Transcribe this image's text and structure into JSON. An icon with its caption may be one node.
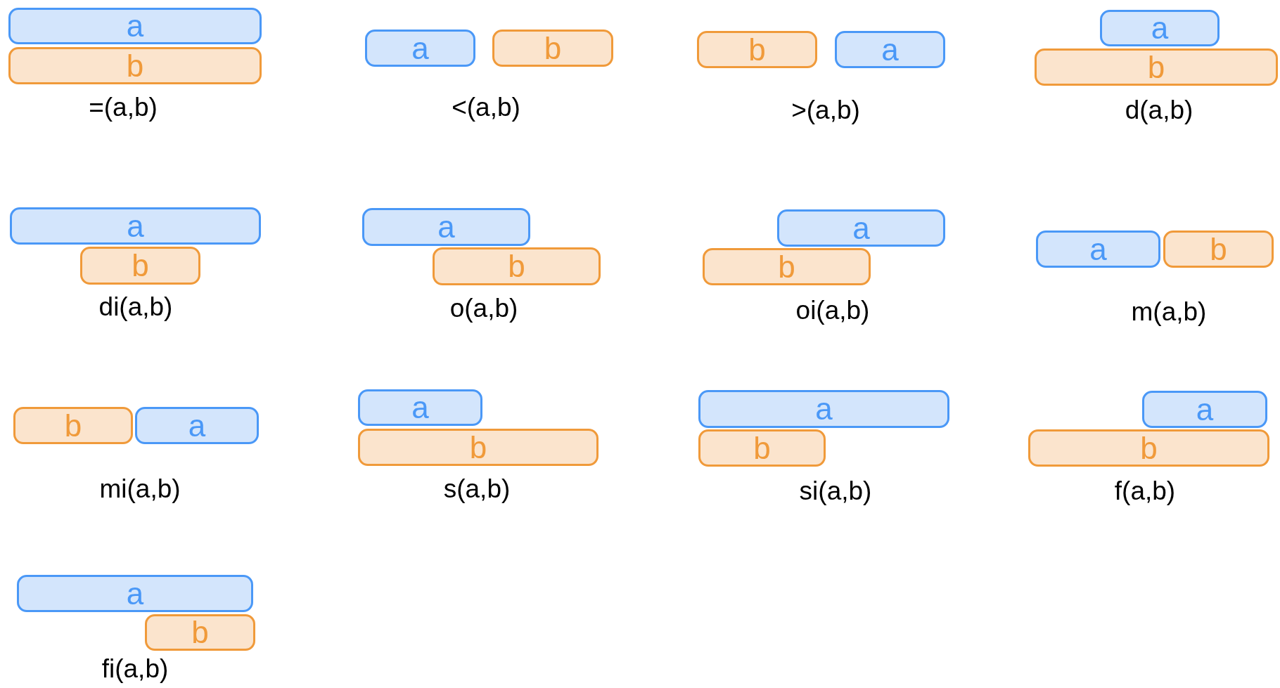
{
  "diagram": {
    "nodes": [
      {
        "text": [
          "a"
        ]
      },
      {
        "text": [
          "b"
        ]
      },
      {
        "text": [
          "a"
        ]
      },
      {
        "text": [
          "b"
        ]
      },
      {
        "text": [
          "b"
        ]
      },
      {
        "text": [
          "a"
        ]
      },
      {
        "text": [
          "a"
        ]
      },
      {
        "text": [
          "b"
        ]
      },
      {
        "text": [
          "a"
        ]
      },
      {
        "text": [
          "b"
        ]
      },
      {
        "text": [
          "a"
        ]
      },
      {
        "text": [
          "b"
        ]
      },
      {
        "text": [
          "a"
        ]
      },
      {
        "text": [
          "b"
        ]
      },
      {
        "text": [
          "a"
        ]
      },
      {
        "text": [
          "b"
        ]
      },
      {
        "text": [
          "b"
        ]
      },
      {
        "text": [
          "a"
        ]
      },
      {
        "text": [
          "a"
        ]
      },
      {
        "text": [
          "b"
        ]
      },
      {
        "text": [
          "a"
        ]
      },
      {
        "text": [
          "b"
        ]
      },
      {
        "text": [
          "a"
        ]
      },
      {
        "text": [
          "b"
        ]
      },
      {
        "text": [
          "a"
        ]
      },
      {
        "text": [
          "b"
        ]
      }
    ],
    "labels": [
      "=(a,b)",
      "<(a,b)",
      ">(a,b)",
      "d(a,b)",
      "di(a,b)",
      "o(a,b)",
      "oi(a,b)",
      "m(a,b)",
      "mi(a,b)",
      "s(a,b)",
      "si(a,b)",
      "f(a,b)",
      "fi(a,b)"
    ]
  }
}
